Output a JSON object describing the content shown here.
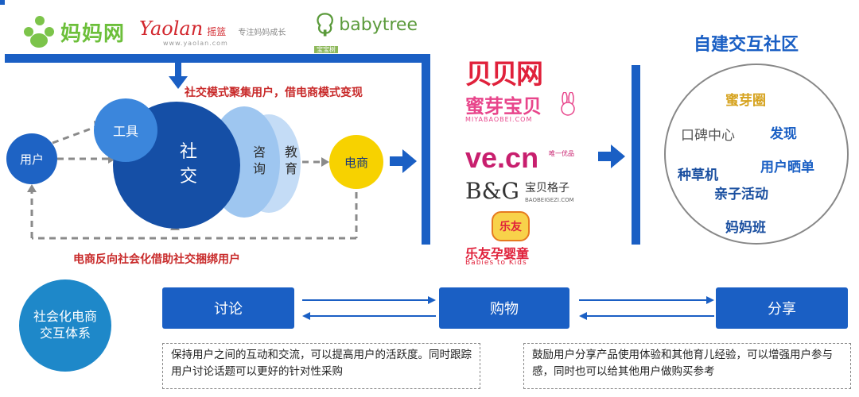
{
  "logos": {
    "mama": "妈妈网",
    "yaolan_main": "Yaolan",
    "yaolan_cn": "摇篮",
    "yaolan_url": "www.yaolan.com",
    "yaolan_side": "专注妈妈成长",
    "babytree": "babytree",
    "babytree_sub": "宝宝树"
  },
  "left_diagram": {
    "top_caption": "社交模式聚集用户，借电商模式变现",
    "bottom_caption": "电商反向社会化借助社交捆绑用户",
    "user": "用户",
    "tool": "工具",
    "social_1": "社",
    "social_2": "交",
    "consult_1": "咨",
    "consult_2": "询",
    "edu_1": "教",
    "edu_2": "育",
    "ecommerce": "电商"
  },
  "brands": {
    "beibei": "贝贝网",
    "miya": "蜜芽宝贝",
    "miya_en": "MIYABAOBEI.COM",
    "ve": "ve.cn",
    "ve_tag": "唯一优品",
    "bg": "B&G",
    "bg_cn": "宝贝格子",
    "bg_sub": "BAOBEIGEZI.COM",
    "leyou_logo": "乐友",
    "leyou": "乐友孕婴童",
    "leyou_en": "Babies to Kids"
  },
  "community": {
    "title": "自建交互社区",
    "keywords": [
      {
        "text": "蜜芽圈",
        "color": "#d6a31f"
      },
      {
        "text": "口碑中心",
        "color": "#555555"
      },
      {
        "text": "发现",
        "color": "#1a5fc4"
      },
      {
        "text": "用户晒单",
        "color": "#1a5fc4"
      },
      {
        "text": "种草机",
        "color": "#1a4fa0"
      },
      {
        "text": "亲子活动",
        "color": "#1a4fa0"
      },
      {
        "text": "妈妈班",
        "color": "#1a4fa0"
      }
    ]
  },
  "bottom": {
    "system_1": "社会化电商",
    "system_2": "交互体系",
    "discuss": "讨论",
    "buy": "购物",
    "share": "分享",
    "note_discuss": "保持用户之间的互动和交流，可以提高用户的活跃度。同时跟踪用户讨论话题可以更好的针对性采购",
    "note_share": "鼓励用户分享产品使用体验和其他育儿经验，可以增强用户参与感，同时也可以给其他用户做购买参考"
  }
}
